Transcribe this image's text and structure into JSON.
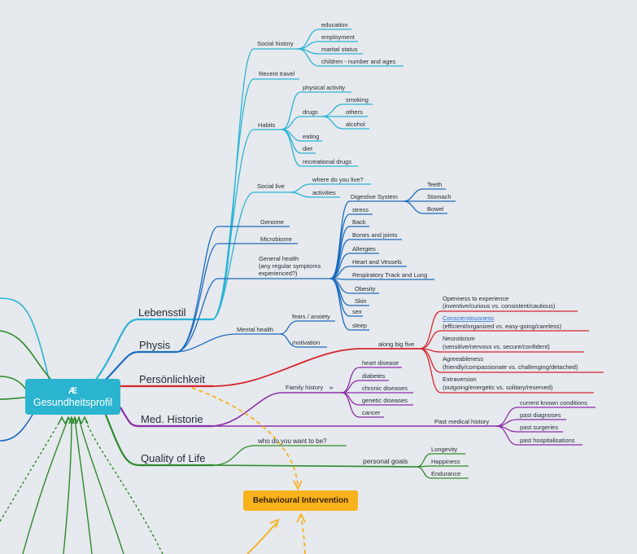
{
  "root": {
    "logo": "Æ",
    "label": "Gesundheitsprofil"
  },
  "intervention": {
    "label": "Behavioural Intervention"
  },
  "colors": {
    "lebensstil": "#2bb4d6",
    "physis": "#1c6cc0",
    "persoenlichkeit": "#d6262e",
    "med_historie": "#8b2fa8",
    "quality": "#2d8a2d",
    "intervention": "#f8b21c",
    "background": "#e6e9ed"
  },
  "branches": {
    "lebensstil": "Lebensstil",
    "physis": "Physis",
    "persoenlichkeit": "Persönlichkeit",
    "med_historie": "Med. Historie",
    "quality": "Quality of Life"
  },
  "lebensstil": {
    "social_history": {
      "label": "Social history",
      "items": [
        "education",
        "employment",
        "marital status",
        "children - number and ages"
      ]
    },
    "recent_travel": "Recent travel",
    "habits": {
      "label": "Habits",
      "physical_activity": "physical activity",
      "drugs": "drugs",
      "drug_items": [
        "smoking",
        "others",
        "alcohol"
      ],
      "items": [
        "eating",
        "diet",
        "recreational drugs"
      ]
    },
    "social_live": {
      "label": "Social live",
      "items": [
        "where do you live?",
        "activities"
      ]
    }
  },
  "physis": {
    "genome": "Genome",
    "microbiome": "Microbiome",
    "general_health": {
      "lines": [
        "General health",
        "(any regular symptoms",
        "experienced?)"
      ]
    },
    "digestive": {
      "label": "Digestive System",
      "items": [
        "Teeth",
        "Stomach",
        "Bowel"
      ]
    },
    "symptoms": [
      "stress",
      "Back",
      "Bones and joints",
      "Allergies",
      "Heart and Vessels",
      "Respiratory Track and Lung",
      "Obesity",
      "Skin",
      "sex",
      "sleep"
    ],
    "mental_health": {
      "label": "Mental health",
      "items": [
        "fears / anxiety",
        "motivation"
      ]
    }
  },
  "persoenlichkeit": {
    "big_five": "along big five",
    "traits": [
      {
        "name": "Openness to experience",
        "desc": "(inventive/curious vs. consistent/cautious)"
      },
      {
        "name": "Conscientiousness",
        "desc": "(efficient/organized vs. easy-going/careless)"
      },
      {
        "name": "Neuroticism",
        "desc": "(sensitive/nervous vs. secure/confident)"
      },
      {
        "name": "Agreeableness",
        "desc": "(friendly/compassionate vs. challenging/detached)"
      },
      {
        "name": "Extraversion",
        "desc": "(outgoing/energetic vs. solitary/reserved)"
      }
    ]
  },
  "med_historie": {
    "family_history": {
      "label": "Family history",
      "marker": "⊳",
      "items": [
        "heart disease",
        "diabetes",
        "chronic diseases",
        "genetic diseases",
        "cancer"
      ]
    },
    "past_medical": {
      "label": "Past medical history",
      "items": [
        "current known conditions",
        "past diagnoses",
        "past surgeries",
        "past hospitalisations"
      ]
    }
  },
  "quality": {
    "who": "who do you want to be?",
    "goals": {
      "label": "personal goals",
      "items": [
        "Longevity",
        "Happiness",
        "Endurance"
      ]
    }
  }
}
